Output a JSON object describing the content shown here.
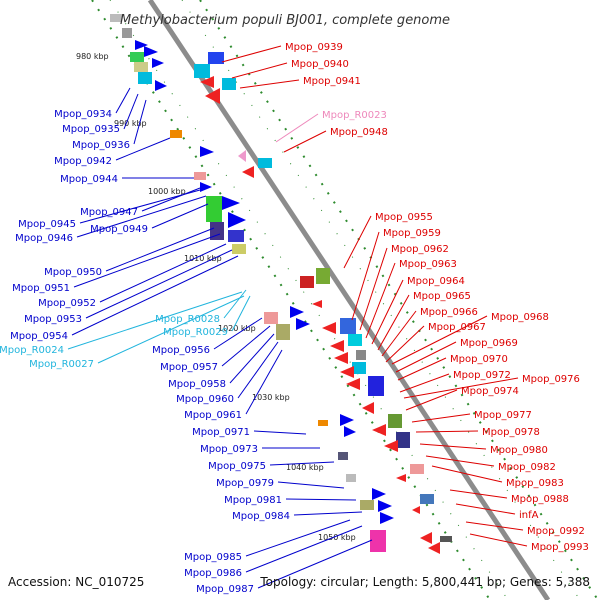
{
  "title": "Methylobacterium populi BJ001, complete genome",
  "footer": {
    "accession": "Accession: NC_010725",
    "topology": "Topology: circular; Length: 5,800,441 bp; Genes: 5,388"
  },
  "scale_labels": [
    "980 kbp",
    "990 kbp",
    "1000 kbp",
    "1010 kbp",
    "1020 kbp",
    "1030 kbp",
    "1040 kbp",
    "1050 kbp"
  ],
  "colors": {
    "backbone": "#8c8c8c",
    "tick": "#2e8b2e",
    "forward_label": "#0000cc",
    "reverse_label": "#dd0000",
    "rna_label_forward": "#22b5dd",
    "rna_label_reverse": "#ee88bb"
  },
  "left_labels": [
    "Mpop_0934",
    "Mpop_0935",
    "Mpop_0936",
    "Mpop_0942",
    "Mpop_0944",
    "Mpop_0947",
    "Mpop_0945",
    "Mpop_0949",
    "Mpop_0946",
    "Mpop_0950",
    "Mpop_0951",
    "Mpop_0952",
    "Mpop_0953",
    "Mpop_0954",
    "Mpop_R0028",
    "Mpop_R0029",
    "Mpop_R0024",
    "Mpop_R0027",
    "Mpop_0956",
    "Mpop_0957",
    "Mpop_0958",
    "Mpop_0960",
    "Mpop_0961",
    "Mpop_0971",
    "Mpop_0973",
    "Mpop_0975",
    "Mpop_0979",
    "Mpop_0981",
    "Mpop_0984",
    "Mpop_0985",
    "Mpop_0986",
    "Mpop_0987"
  ],
  "right_labels": [
    "Mpop_0939",
    "Mpop_0940",
    "Mpop_0941",
    "Mpop_R0023",
    "Mpop_0948",
    "Mpop_0955",
    "Mpop_0959",
    "Mpop_0962",
    "Mpop_0963",
    "Mpop_0964",
    "Mpop_0965",
    "Mpop_0966",
    "Mpop_0968",
    "Mpop_0967",
    "Mpop_0969",
    "Mpop_0970",
    "Mpop_0972",
    "Mpop_0976",
    "Mpop_0974",
    "Mpop_0977",
    "Mpop_0978",
    "Mpop_0980",
    "Mpop_0982",
    "Mpop_0983",
    "Mpop_0988",
    "infA",
    "Mpop_0992",
    "Mpop_0993"
  ]
}
